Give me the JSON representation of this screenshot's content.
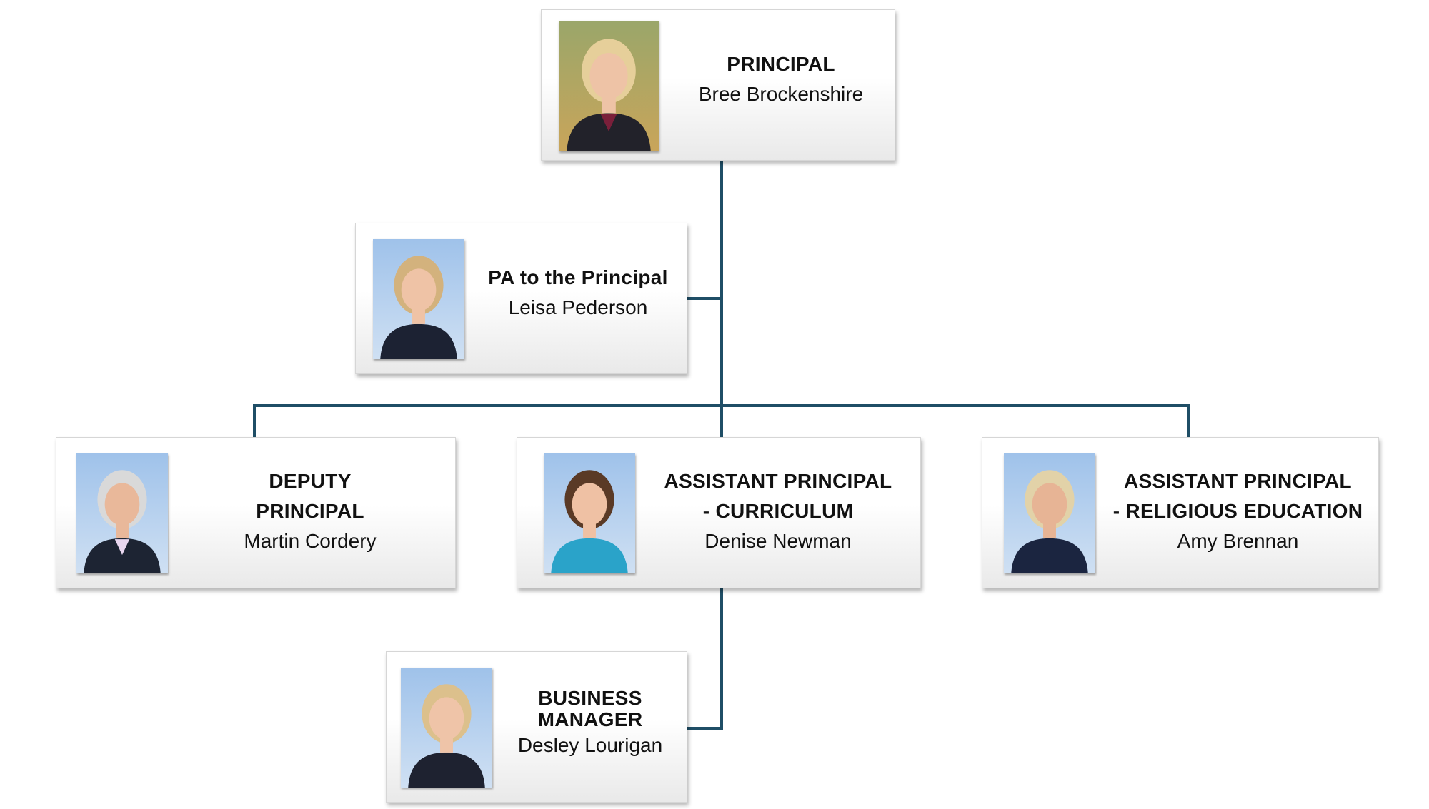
{
  "chart_data": {
    "type": "org-chart",
    "nodes": [
      {
        "id": "principal",
        "title": "PRINCIPAL",
        "name": "Bree Brockenshire",
        "reports_to": null
      },
      {
        "id": "pa",
        "title": "PA to the Principal",
        "name": "Leisa Pederson",
        "reports_to": "principal"
      },
      {
        "id": "deputy",
        "title": "DEPUTY PRINCIPAL",
        "name": "Martin Cordery",
        "reports_to": "principal"
      },
      {
        "id": "curriculum",
        "title": "ASSISTANT PRINCIPAL - CURRICULUM",
        "name": "Denise Newman",
        "reports_to": "principal"
      },
      {
        "id": "religious",
        "title": "ASSISTANT PRINCIPAL - RELIGIOUS EDUCATION",
        "name": "Amy Brennan",
        "reports_to": "principal"
      },
      {
        "id": "business",
        "title": "BUSINESS MANAGER",
        "name": "Desley Lourigan",
        "reports_to": "curriculum"
      }
    ]
  },
  "cards": {
    "principal": {
      "title_lines": [
        "PRINCIPAL"
      ],
      "name": "Bree Brockenshire",
      "photo": {
        "bg_top": "#9aa66a",
        "bg_bottom": "#c9a55a",
        "hair": "#e6cf9a",
        "skin": "#eec3a6",
        "top": "#22222a",
        "accent": "#7a1f3a"
      }
    },
    "pa": {
      "title_lines": [
        "PA to the Principal"
      ],
      "name": "Leisa Pederson",
      "photo": {
        "bg_top": "#9fc2ea",
        "bg_bottom": "#cfe0f3",
        "hair": "#d3b27d",
        "skin": "#efc3a6",
        "top": "#1c2233",
        "accent": "#1c2233"
      }
    },
    "deputy": {
      "title_lines": [
        "DEPUTY",
        "PRINCIPAL"
      ],
      "name": "Martin Cordery",
      "photo": {
        "bg_top": "#9fc2ea",
        "bg_bottom": "#cfe0f3",
        "hair": "#d9d9d9",
        "skin": "#e9b89a",
        "top": "#1d2433",
        "accent": "#e9d7f0"
      }
    },
    "curriculum": {
      "title_lines": [
        "ASSISTANT PRINCIPAL",
        "- CURRICULUM"
      ],
      "name": "Denise Newman",
      "photo": {
        "bg_top": "#9fc2ea",
        "bg_bottom": "#cfe0f3",
        "hair": "#5a3a26",
        "skin": "#efc1a4",
        "top": "#2aa3c9",
        "accent": "#2aa3c9"
      }
    },
    "religious": {
      "title_lines": [
        "ASSISTANT PRINCIPAL",
        "- RELIGIOUS EDUCATION"
      ],
      "name": "Amy Brennan",
      "photo": {
        "bg_top": "#9fc2ea",
        "bg_bottom": "#cfe0f3",
        "hair": "#e2d2a8",
        "skin": "#e7b495",
        "top": "#1b2540",
        "accent": "#1b2540"
      }
    },
    "business": {
      "title_lines": [
        "BUSINESS",
        "MANAGER"
      ],
      "name": "Desley Lourigan",
      "photo": {
        "bg_top": "#9fc2ea",
        "bg_bottom": "#cfe0f3",
        "hair": "#dcc08c",
        "skin": "#efc4a8",
        "top": "#1e2230",
        "accent": "#1e2230"
      }
    }
  },
  "style": {
    "connector_color": "#1f4e66"
  }
}
